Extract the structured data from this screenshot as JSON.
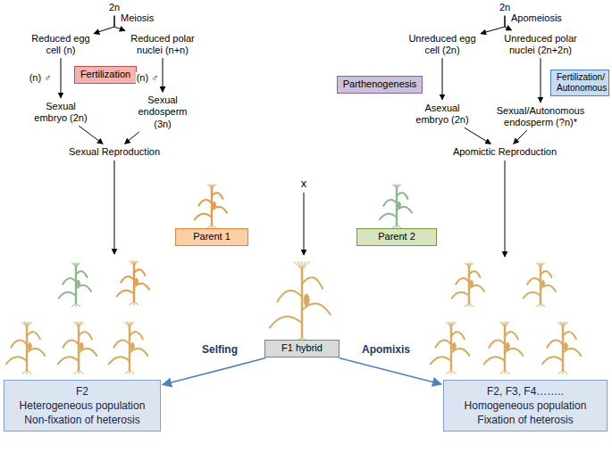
{
  "diagram": {
    "nodes": [
      {
        "text": [
          "2n"
        ]
      },
      {
        "text": [
          "2n"
        ]
      },
      {
        "text": [
          "Reduced egg cell (n)"
        ]
      },
      {
        "text": [
          "Reduced polar nuclei (n+n)"
        ]
      },
      {
        "text": [
          "Unreduced egg cell (2n)"
        ]
      },
      {
        "text": [
          "Unreduced polar nuclei (2n+2n)"
        ]
      },
      {
        "text": [
          "Fertilization"
        ]
      },
      {
        "text": [
          "Parthenogenesis"
        ]
      },
      {
        "text": [
          "Fertilization/ Autonomous"
        ]
      },
      {
        "text": [
          "Sexual embryo (2n)"
        ]
      },
      {
        "text": [
          "Sexual endosperm (3n)"
        ]
      },
      {
        "text": [
          "Asexual embryo (2n)"
        ]
      },
      {
        "text": [
          "Sexual/Autonomous endosperm (?n)*"
        ]
      },
      {
        "text": [
          "Sexual Reproduction"
        ]
      },
      {
        "text": [
          "Apomictic Reproduction"
        ]
      },
      {
        "text": [
          "Parent 1"
        ]
      },
      {
        "text": [
          "Parent 2"
        ]
      },
      {
        "text": [
          "F1 hybrid"
        ]
      },
      {
        "text": [
          "F2",
          "Heterogeneous population",
          "Non-fixation of heterosis"
        ]
      },
      {
        "text": [
          "F2, F3, F4……..",
          "Homogeneous population",
          "Fixation of heterosis"
        ]
      }
    ],
    "edges": [
      {
        "from": 0,
        "to": 2,
        "arrow": "to",
        "label": "Meiosis"
      },
      {
        "from": 0,
        "to": 3,
        "arrow": "to"
      },
      {
        "from": 1,
        "to": 4,
        "arrow": "to",
        "label": "Apomeiosis"
      },
      {
        "from": 1,
        "to": 5,
        "arrow": "to"
      },
      {
        "from": 2,
        "to": 9,
        "arrow": "to"
      },
      {
        "from": 3,
        "to": 10,
        "arrow": "to"
      },
      {
        "from": 4,
        "to": 11,
        "arrow": "to"
      },
      {
        "from": 5,
        "to": 12,
        "arrow": "to"
      },
      {
        "from": 9,
        "to": 13,
        "arrow": "to"
      },
      {
        "from": 10,
        "to": 13,
        "arrow": "to"
      },
      {
        "from": 11,
        "to": 14,
        "arrow": "to"
      },
      {
        "from": 12,
        "to": 14,
        "arrow": "to"
      },
      {
        "from": 17,
        "to": 18,
        "arrow": "to",
        "label": "Selfing"
      },
      {
        "from": 17,
        "to": 19,
        "arrow": "to",
        "label": "Apomixis"
      }
    ],
    "labels": [
      "(n) ♂",
      "(n) ♂",
      "x"
    ]
  }
}
